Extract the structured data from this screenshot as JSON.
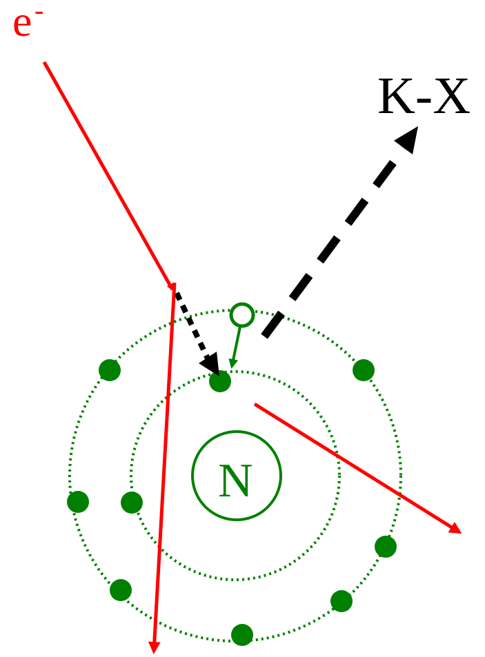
{
  "labels": {
    "electron": "e",
    "electron_charge": "-",
    "xray": "K-X",
    "nucleus": "N"
  },
  "colors": {
    "electron": "#ff0000",
    "atom": "#008000",
    "photon": "#000000"
  }
}
